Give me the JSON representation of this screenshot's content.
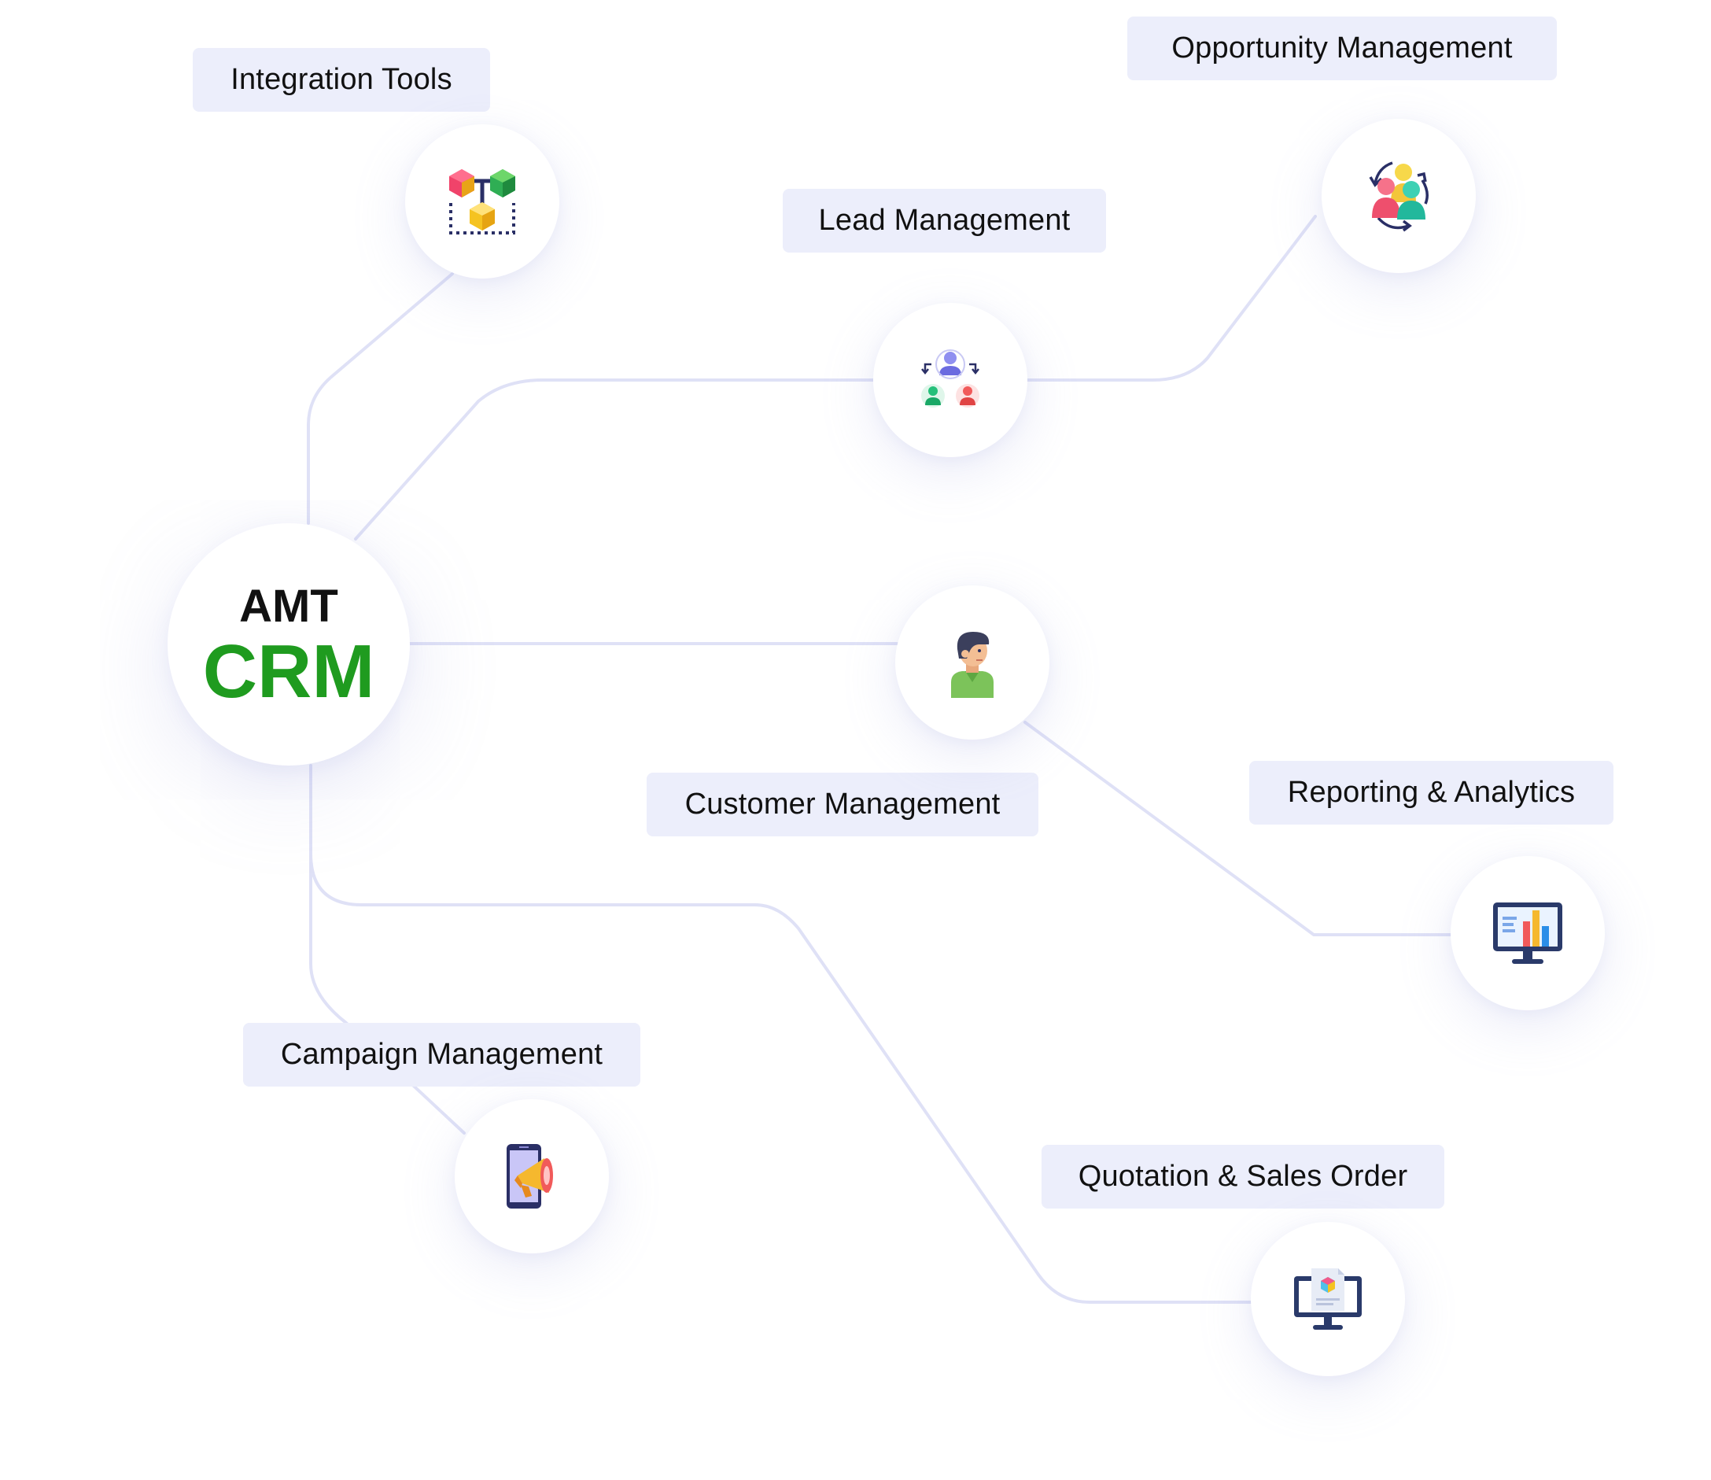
{
  "hub": {
    "line1": "AMT",
    "line2": "CRM",
    "line2_color": "#1f9b1f"
  },
  "colors": {
    "connector": "#dfe1f6",
    "active_connector": "#2fb52f",
    "label_bg": "#eceefb"
  },
  "modules": [
    {
      "key": "integration-tools",
      "label": "Integration Tools",
      "icon": "connected-cubes-icon"
    },
    {
      "key": "opportunity-management",
      "label": "Opportunity Management",
      "icon": "team-cycle-icon"
    },
    {
      "key": "lead-management",
      "label": "Lead Management",
      "icon": "lead-network-icon"
    },
    {
      "key": "customer-management",
      "label": "Customer Management",
      "icon": "customer-person-icon"
    },
    {
      "key": "reporting-analytics",
      "label": "Reporting & Analytics",
      "icon": "monitor-chart-icon"
    },
    {
      "key": "campaign-management",
      "label": "Campaign Management",
      "icon": "phone-megaphone-icon"
    },
    {
      "key": "quotation-sales-order",
      "label": "Quotation & Sales Order",
      "icon": "monitor-document-icon"
    }
  ]
}
